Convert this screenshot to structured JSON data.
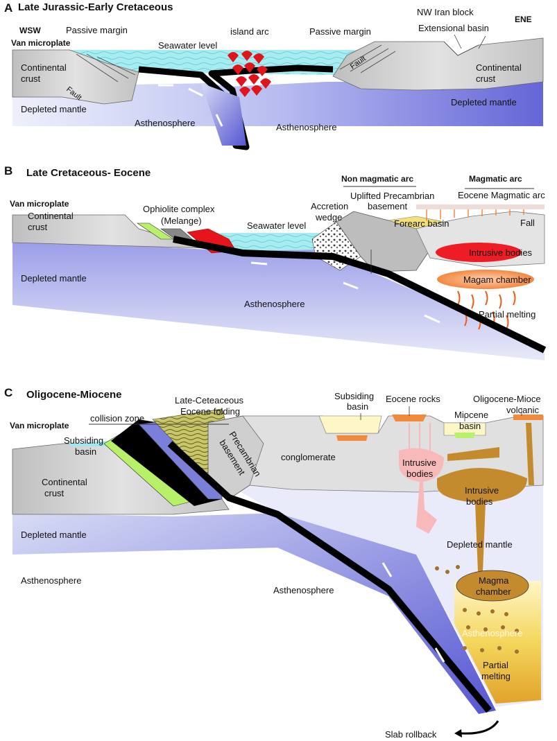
{
  "panel_a": {
    "letter": "A",
    "title": "Late Jurassic-Early Cretaceous",
    "wsw": "WSW",
    "ene": "ENE",
    "van_microplate": "Van microplate",
    "passive_margin_left": "Passive margin",
    "seawater_level": "Seawater level",
    "island_arc": "island arc",
    "passive_margin_right": "Passive margin",
    "nw_iran_block": "NW Iran block",
    "extensional_basin": "Extensional basin",
    "continental_left_1": "Continental",
    "continental_left_2": "crust",
    "fault_left": "Fault",
    "fault_right": "Fault",
    "continental_right_1": "Continental",
    "continental_right_2": "crust",
    "depleted_mantle_left": "Depleted mantle",
    "depleted_mantle_right": "Depleted mantle",
    "asthenosphere_left": "Asthenosphere",
    "asthenosphere_right": "Asthenosphere"
  },
  "panel_b": {
    "letter": "B",
    "title": "Late Cretaceous- Eocene",
    "van_microplate": "Van microplate",
    "ophiolite_1": "Ophiolite complex",
    "ophiolite_2": "(Melange)",
    "non_magmatic_arc": "Non magmatic arc",
    "uplifted_1": "Uplifted Precambrian",
    "uplifted_2": "basement",
    "magmatic_arc": "Magmatic arc",
    "eocene_magmatic_arc": "Eocene Magmatic arc",
    "accretion_1": "Accretion",
    "accretion_2": "wedge",
    "forearc_basin": "Forearc basin",
    "fall": "Fall",
    "continental_1": "Continental",
    "continental_2": "crust",
    "seawater_level": "Seawater level",
    "intrusive_bodies": "Intrusive bodies",
    "depleted_mantle": "Depleted mantle",
    "magma_chamber": "Magam chamber",
    "asthenosphere": "Asthenosphere",
    "partial_melting": "Partial melting"
  },
  "panel_c": {
    "letter": "C",
    "title": "Oligocene-Miocene",
    "van_microplate": "Van microplate",
    "collision_zone": "collision zone",
    "late_ceteaceous_1": "Late-Ceteaceous",
    "late_ceteaceous_2": "Eocene folding",
    "subsiding_basin_left_1": "Subsiding",
    "subsiding_basin_left_2": "basin",
    "subsiding_basin_mid_1": "Subsiding",
    "subsiding_basin_mid_2": "basin",
    "eocene_rocks": "Eocene rocks",
    "miocene_basin_1": "Miocene",
    "miocene_basin_2": "basin",
    "oligo_volcanic_1": "Oligocene-Mioce",
    "oligo_volcanic_2": "volcanic",
    "precambrian_1": "Precambrian",
    "precambrian_2": "basement",
    "conglomerate": "conglomerate",
    "continental_1": "Continental",
    "continental_2": "crust",
    "intrusive_pink_1": "Intrusive",
    "intrusive_pink_2": "bodies",
    "intrusive_brown_1": "Intrusive",
    "intrusive_brown_2": "bodies",
    "depleted_mantle_left": "Depleted mantle",
    "depleted_mantle_right": "Depleted mantle",
    "asthenosphere_left": "Asthenosphere",
    "asthenosphere_mid": "Asthenosphere",
    "magma_chamber_1": "Magma",
    "magma_chamber_2": "chamber",
    "asthenosphere_yellow": "Asthenosphere",
    "partial_melting_1": "Partial",
    "partial_melting_2": "melting",
    "slab_rollback": "Slab rollback"
  },
  "colors": {
    "crust": "#c9c9c9",
    "sea": "#9fe8ee",
    "mantle": "#8f90e6",
    "slab": "#000000",
    "magma_red": "#e8141b",
    "magma_orange": "#f08a3c",
    "magma_brown": "#c48b2e",
    "intrusive_pink": "#f7b9b9",
    "yellow": "#f3e07a",
    "green": "#b9f06a"
  }
}
